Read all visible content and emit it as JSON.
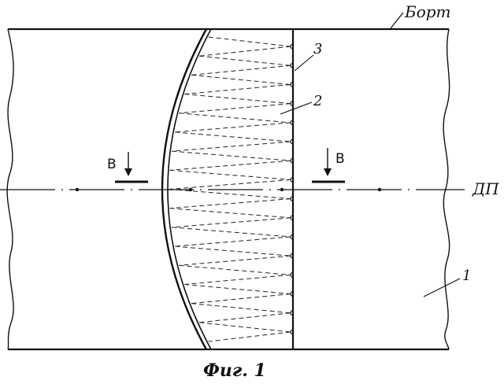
{
  "labels": {
    "side": "Борт",
    "centerline": "ДП",
    "part1": "1",
    "part2": "2",
    "part3": "3",
    "section_left": "В",
    "section_right": "В"
  },
  "caption": "Фиг. 1"
}
